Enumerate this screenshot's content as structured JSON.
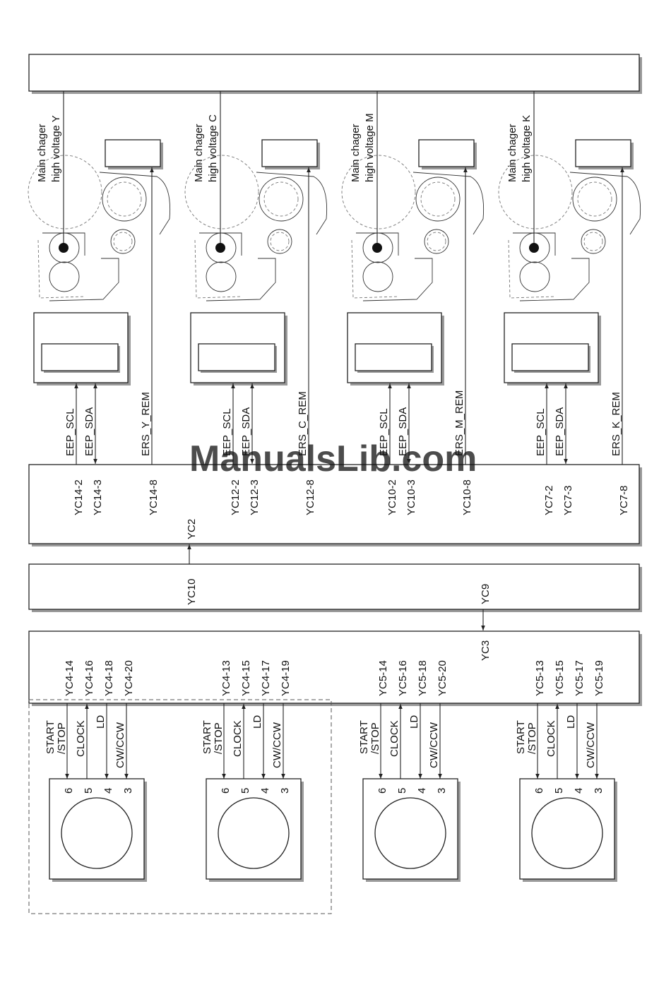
{
  "watermark": "ManualsLib.com",
  "stations": [
    {
      "hv_label_line1": "Main chager",
      "hv_label_line2": "high voltage Y",
      "eep_scl": "EEP_SCL",
      "eep_sda": "EEP_SDA",
      "ers_label": "ERS_Y_REM",
      "conn_scl": "YC14-2",
      "conn_sda": "YC14-3",
      "conn_ers": "YC14-8"
    },
    {
      "hv_label_line1": "Main chager",
      "hv_label_line2": "high voltage C",
      "eep_scl": "EEP_SCL",
      "eep_sda": "EEP_SDA",
      "ers_label": "ERS_C_REM",
      "conn_scl": "YC12-2",
      "conn_sda": "YC12-3",
      "conn_ers": "YC12-8"
    },
    {
      "hv_label_line1": "Main chager",
      "hv_label_line2": "high voltage M",
      "eep_scl": "EEP_SCL",
      "eep_sda": "EEP_SDA",
      "ers_label": "ERS_M_REM",
      "conn_scl": "YC10-2",
      "conn_sda": "YC10-3",
      "conn_ers": "YC10-8"
    },
    {
      "hv_label_line1": "Main chager",
      "hv_label_line2": "high voltage K",
      "eep_scl": "EEP_SCL",
      "eep_sda": "EEP_SDA",
      "ers_label": "ERS_K_REM",
      "conn_scl": "YC7-2",
      "conn_sda": "YC7-3",
      "conn_ers": "YC7-8"
    }
  ],
  "board_connectors": {
    "yc2": "YC2",
    "yc10": "YC10",
    "yc9": "YC9",
    "yc3": "YC3"
  },
  "motors": [
    {
      "connectors": [
        "YC4-14",
        "YC4-16",
        "YC4-18",
        "YC4-20"
      ],
      "signals": [
        "START",
        "/STOP",
        "CLOCK",
        "LD",
        "CW/CCW"
      ],
      "pins": [
        "6",
        "5",
        "4",
        "3"
      ]
    },
    {
      "connectors": [
        "YC4-13",
        "YC4-15",
        "YC4-17",
        "YC4-19"
      ],
      "signals": [
        "START",
        "/STOP",
        "CLOCK",
        "LD",
        "CW/CCW"
      ],
      "pins": [
        "6",
        "5",
        "4",
        "3"
      ]
    },
    {
      "connectors": [
        "YC5-14",
        "YC5-16",
        "YC5-18",
        "YC5-20"
      ],
      "signals": [
        "START",
        "/STOP",
        "CLOCK",
        "LD",
        "CW/CCW"
      ],
      "pins": [
        "6",
        "5",
        "4",
        "3"
      ]
    },
    {
      "connectors": [
        "YC5-13",
        "YC5-15",
        "YC5-17",
        "YC5-19"
      ],
      "signals": [
        "START",
        "/STOP",
        "CLOCK",
        "LD",
        "CW/CCW"
      ],
      "pins": [
        "6",
        "5",
        "4",
        "3"
      ]
    }
  ]
}
